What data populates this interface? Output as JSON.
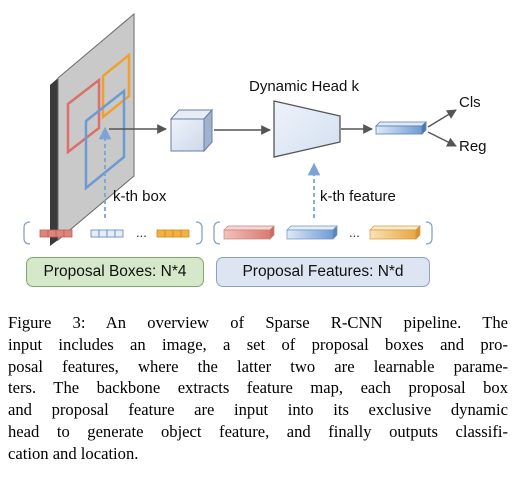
{
  "diagram": {
    "dynamic_head_label": "Dynamic Head k",
    "kth_box_label": "k-th box",
    "kth_feature_label": "k-th feature",
    "output_cls": "Cls",
    "output_reg": "Reg",
    "ellipsis": "...",
    "proposal_boxes_label": "Proposal Boxes: N*4",
    "proposal_features_label": "Proposal Features: N*d"
  },
  "caption": {
    "lines": [
      "Figure 3: An overview of Sparse R-CNN pipeline. The",
      "input includes an image, a set of proposal boxes and pro-",
      "posal features, where the latter two are learnable parame-",
      "ters. The backbone extracts feature map, each proposal box",
      "and proposal feature are input into its exclusive dynamic",
      "head to generate object feature, and finally outputs classifi-",
      "cation and location."
    ]
  },
  "colors": {
    "red_box": "#d9706a",
    "orange_box": "#f0a030",
    "blue_box": "#6b9bd1",
    "green_pill": "#d5e8c9",
    "blue_pill": "#dde5f2"
  }
}
